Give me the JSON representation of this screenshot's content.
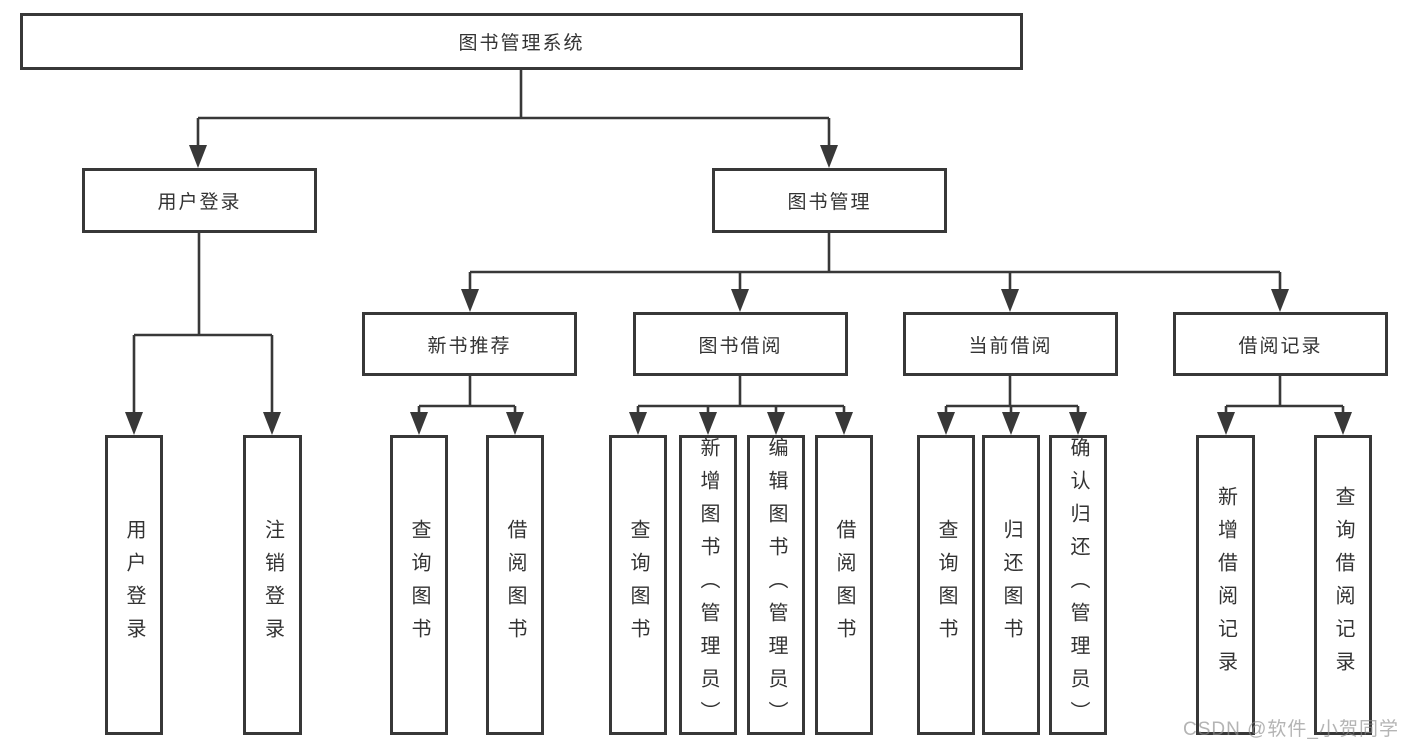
{
  "colors": {
    "line": "#383838",
    "box_border": "#383838",
    "box_background": "#ffffff",
    "text": "#333333",
    "watermark": "#8c8c8c",
    "background": "#ffffff"
  },
  "root": {
    "label": "图书管理系统"
  },
  "user_login": {
    "label": "用户登录",
    "children": [
      {
        "label": "用户登录"
      },
      {
        "label": "注销登录"
      }
    ]
  },
  "book_management": {
    "label": "图书管理",
    "sections": [
      {
        "label": "新书推荐",
        "children": [
          {
            "label": "查询图书"
          },
          {
            "label": "借阅图书"
          }
        ]
      },
      {
        "label": "图书借阅",
        "children": [
          {
            "label": "查询图书"
          },
          {
            "label": "新增图书（管理员）"
          },
          {
            "label": "编辑图书（管理员）"
          },
          {
            "label": "借阅图书"
          }
        ]
      },
      {
        "label": "当前借阅",
        "children": [
          {
            "label": "查询图书"
          },
          {
            "label": "归还图书"
          },
          {
            "label": "确认归还（管理员）"
          }
        ]
      },
      {
        "label": "借阅记录",
        "children": [
          {
            "label": "新增借阅记录"
          },
          {
            "label": "查询借阅记录"
          }
        ]
      }
    ]
  },
  "watermark": "CSDN @软件_小贺同学"
}
